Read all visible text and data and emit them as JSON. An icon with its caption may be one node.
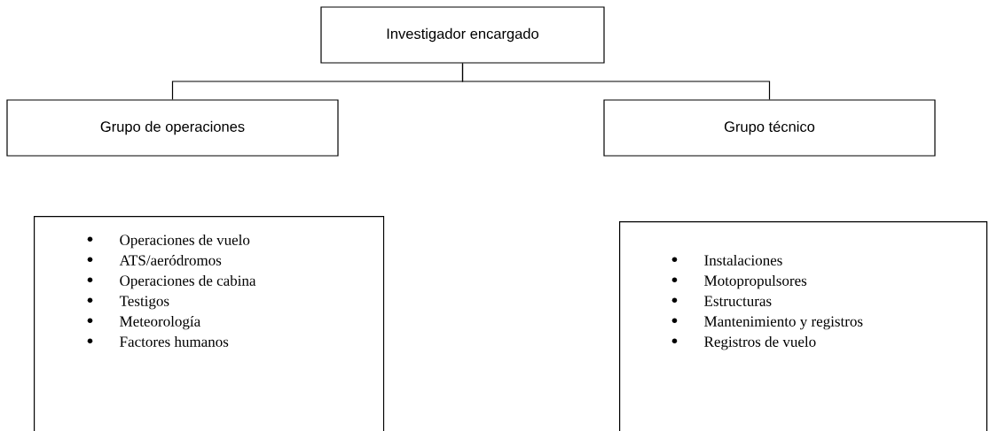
{
  "diagram": {
    "nodes": [
      {
        "text": [
          "Investigador encargado"
        ]
      },
      {
        "text": [
          "Grupo de operaciones"
        ]
      },
      {
        "text": [
          "Grupo técnico"
        ]
      },
      {
        "text": [
          "Operaciones de vuelo",
          "ATS/aeródromos",
          "Operaciones de cabina",
          "Testigos",
          "Meteorología",
          "Factores humanos"
        ]
      },
      {
        "text": [
          "Instalaciones",
          "Motopropulsores",
          "Estructuras",
          "Mantenimiento y registros",
          "Registros de vuelo"
        ]
      }
    ],
    "edges": [
      {
        "from": 0,
        "to": 1,
        "arrow": "none"
      },
      {
        "from": 0,
        "to": 2,
        "arrow": "none"
      }
    ]
  }
}
